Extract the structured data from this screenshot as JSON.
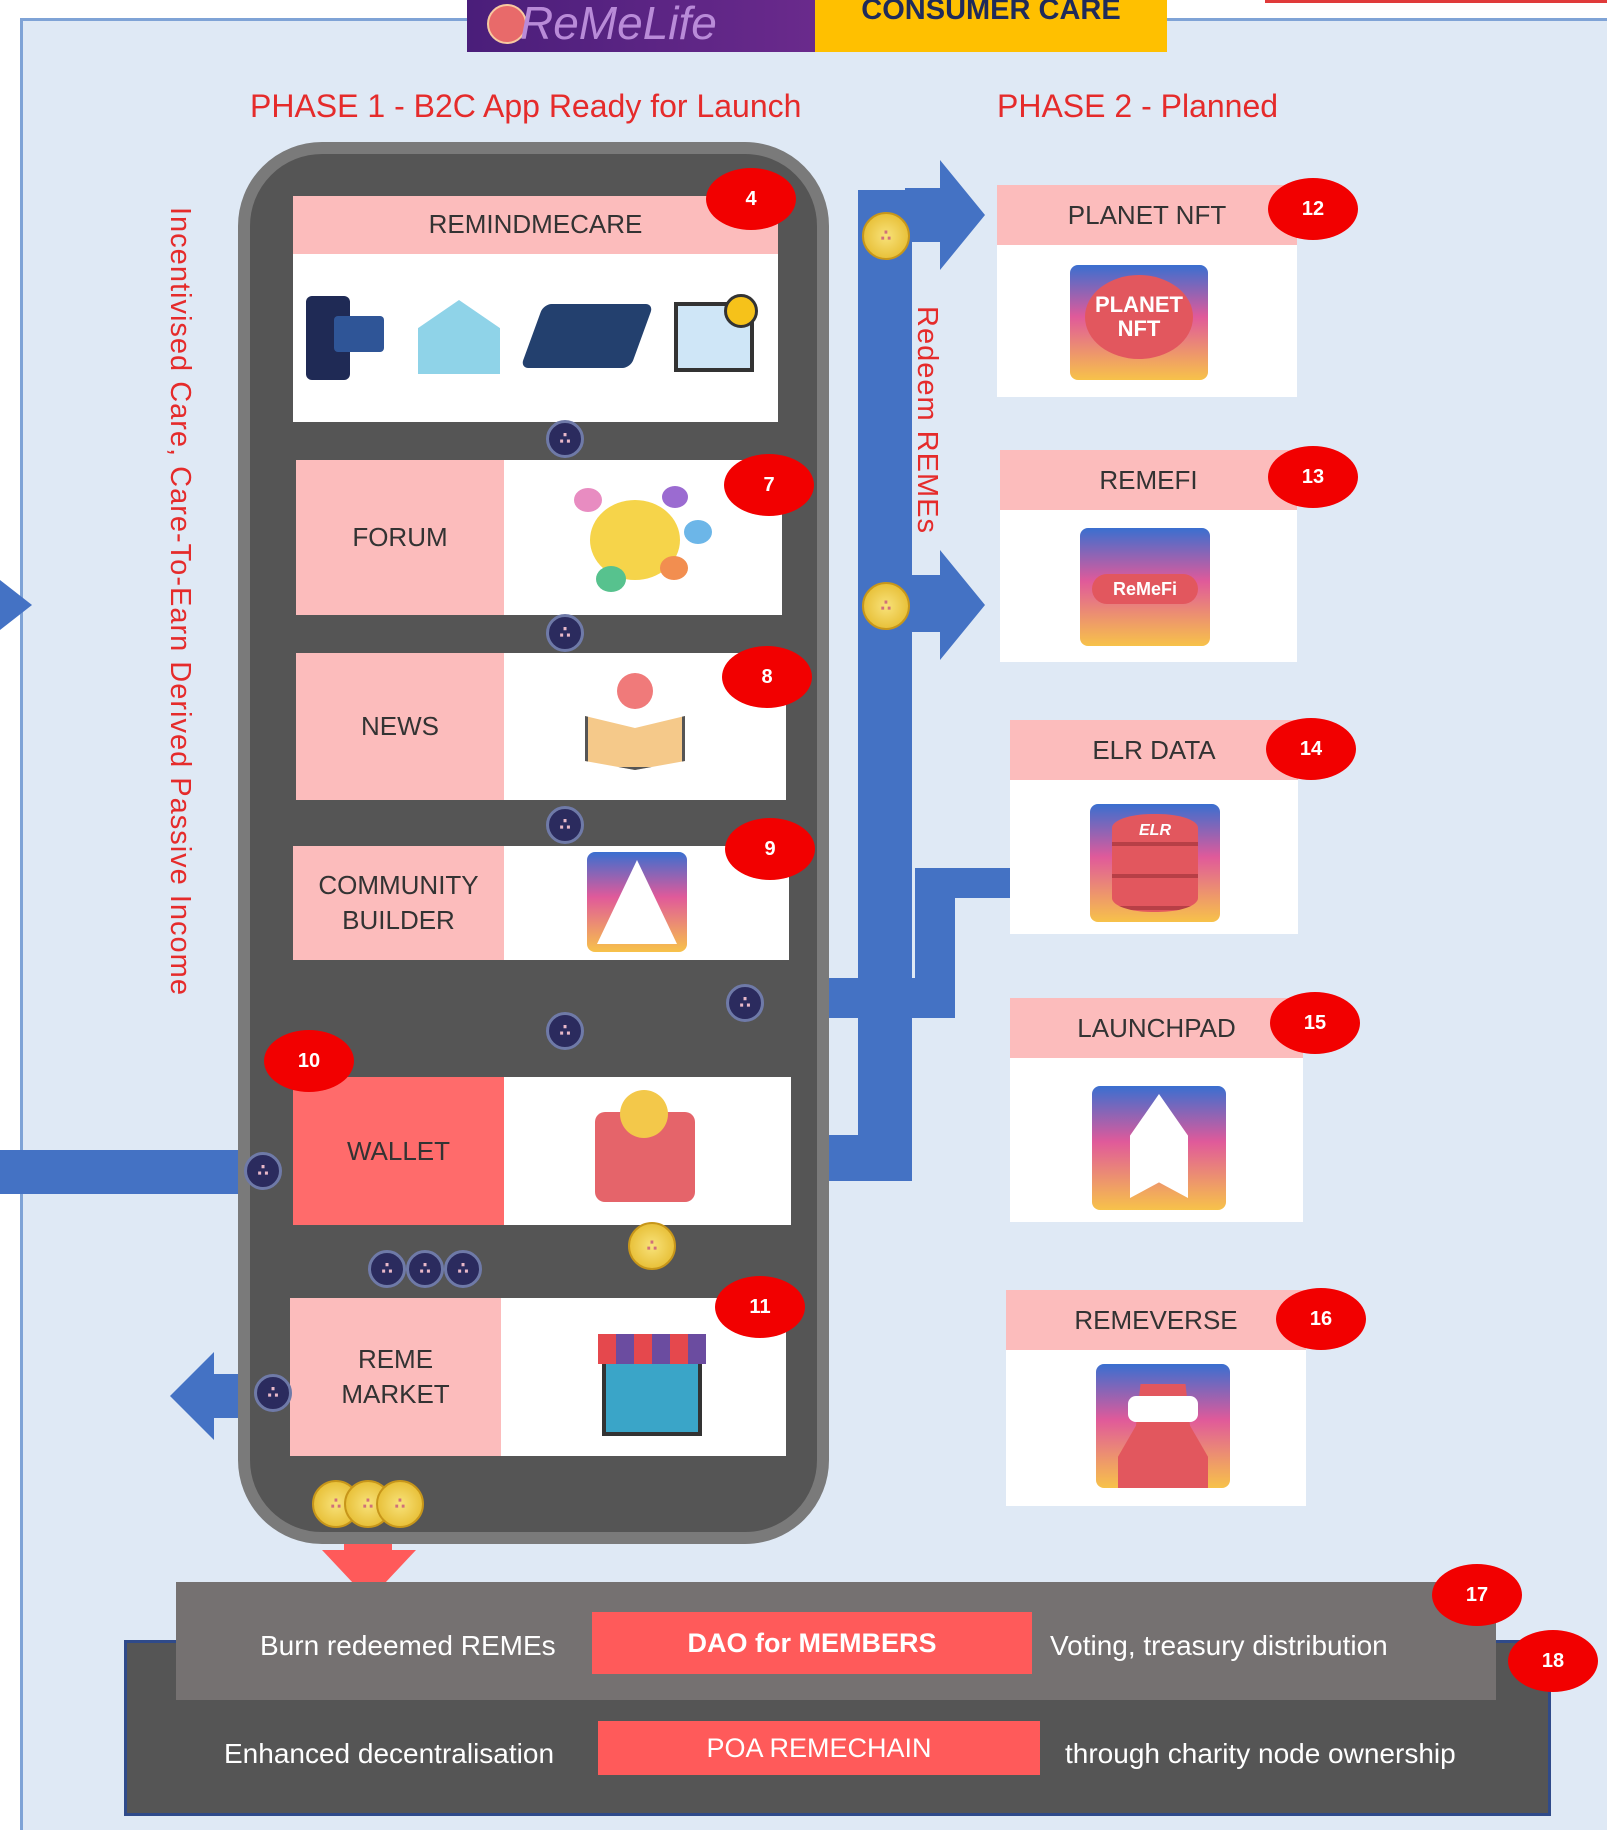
{
  "header": {
    "logo_text": "ReMeLife",
    "banner": "CONSUMER CARE"
  },
  "phases": {
    "phase1": "PHASE 1 -  B2C App Ready for Launch",
    "phase2": "PHASE 2 -  Planned"
  },
  "side_text": {
    "left": "Incentivised Care, Care-To-Earn Derived Passive Income",
    "redeem": "Redeem REMEs"
  },
  "app": {
    "remindmecare": {
      "label": "REMINDMECARE",
      "badge": "4"
    },
    "forum": {
      "label": "FORUM",
      "badge": "7"
    },
    "news": {
      "label": "NEWS",
      "badge": "8"
    },
    "community": {
      "label_line1": "COMMUNITY",
      "label_line2": "BUILDER",
      "badge": "9"
    },
    "wallet": {
      "label": "WALLET",
      "badge": "10"
    },
    "market": {
      "label_line1": "REME",
      "label_line2": "MARKET",
      "badge": "11"
    }
  },
  "planned": [
    {
      "label": "PLANET NFT",
      "badge": "12",
      "logo_line1": "PLANET",
      "logo_line2": "NFT"
    },
    {
      "label": "REMEFI",
      "badge": "13",
      "logo_text": "ReMeFi"
    },
    {
      "label": "ELR DATA",
      "badge": "14",
      "logo_text": "ELR"
    },
    {
      "label": "LAUNCHPAD",
      "badge": "15"
    },
    {
      "label": "REMEVERSE",
      "badge": "16"
    }
  ],
  "bottom": {
    "dao_left": "Burn redeemed REMEs",
    "dao_center": "DAO for MEMBERS",
    "dao_right": "Voting, treasury distribution",
    "dao_badge": "17",
    "poa_left": "Enhanced decentralisation",
    "poa_center": "POA REMECHAIN",
    "poa_right": "through charity node ownership",
    "poa_badge": "18"
  },
  "colors": {
    "arrow": "#4472c4",
    "badge": "#f20000",
    "pink": "#fcbcbc",
    "burn_arrow": "#ff5a5a",
    "phase_text": "#e52b2b"
  }
}
